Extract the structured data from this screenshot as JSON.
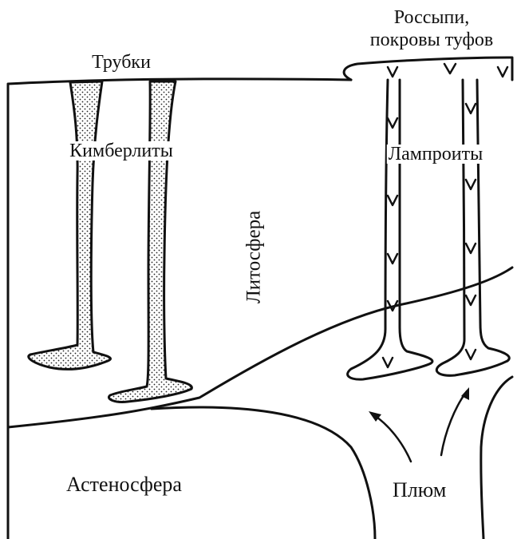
{
  "labels": {
    "placer_line1": "Россыпи,",
    "placer_line2": "покровы туфов",
    "pipes": "Трубки",
    "kimberlites": "Кимберлиты",
    "lamproites": "Лампроиты",
    "lithosphere": "Литосфера",
    "asthenosphere": "Астеносфера",
    "plume": "Плюм"
  },
  "colors": {
    "line": "#111111",
    "background": "#ffffff",
    "stipple": "#222222"
  }
}
